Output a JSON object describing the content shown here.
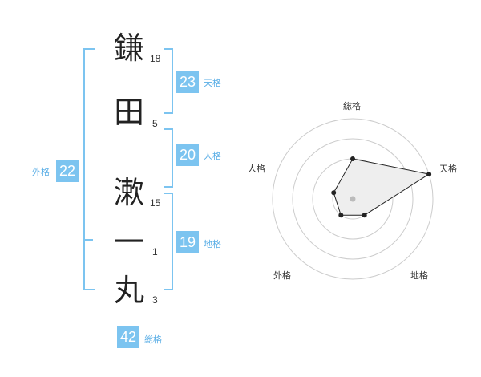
{
  "name": {
    "chars": [
      {
        "char": "鎌",
        "strokes": "18"
      },
      {
        "char": "田",
        "strokes": "5"
      },
      {
        "char": "漱",
        "strokes": "15"
      },
      {
        "char": "一",
        "strokes": "1"
      },
      {
        "char": "丸",
        "strokes": "3"
      }
    ]
  },
  "fortune": {
    "tenkaku": {
      "value": "23",
      "label": "天格"
    },
    "jinkaku": {
      "value": "20",
      "label": "人格"
    },
    "chikaku": {
      "value": "19",
      "label": "地格"
    },
    "gaikaku": {
      "value": "22",
      "label": "外格"
    },
    "soukaku": {
      "value": "42",
      "label": "総格"
    }
  },
  "radar": {
    "axes": [
      "総格",
      "天格",
      "地格",
      "外格",
      "人格"
    ],
    "rings": 4,
    "max": 1,
    "values": [
      0.5,
      1.0,
      0.25,
      0.25,
      0.25
    ]
  }
}
